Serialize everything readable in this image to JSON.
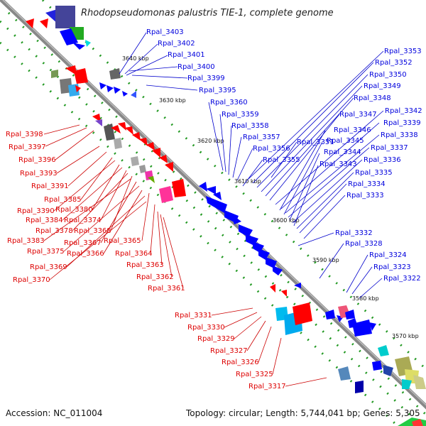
{
  "title": "Rhodopseudomonas palustris TIE-1, complete genome",
  "footer": {
    "accession": "Accession: NC_011004",
    "summary": "Topology: circular; Length: 5,744,041 bp; Genes: 5,305"
  },
  "colors": {
    "forward_feature": "#0000ff",
    "reverse_feature": "#ff0000",
    "label_forward": "#0000dd",
    "label_reverse": "#dd0000",
    "backbone": "#999999",
    "gc_tick": "#229922"
  },
  "kbp_labels": [
    "3640 kbp",
    "3630 kbp",
    "3620 kbp",
    "3610 kbp",
    "3600 kbp",
    "3590 kbp",
    "3580 kbp",
    "3570 kbp"
  ],
  "blue_labels": [
    "Rpal_3403",
    "Rpal_3402",
    "Rpal_3401",
    "Rpal_3400",
    "Rpal_3399",
    "Rpal_3395",
    "Rpal_3360",
    "Rpal_3359",
    "Rpal_3358",
    "Rpal_3357",
    "Rpal_3356",
    "Rpal_3355",
    "Rpal_3353",
    "Rpal_3352",
    "Rpal_3350",
    "Rpal_3349",
    "Rpal_3348",
    "Rpal_3347",
    "Rpal_3342",
    "Rpal_3351",
    "Rpal_3346",
    "Rpal_3339",
    "Rpal_3345",
    "Rpal_3338",
    "Rpal_3344",
    "Rpal_3337",
    "Rpal_3343",
    "Rpal_3336",
    "Rpal_3335",
    "Rpal_3334",
    "Rpal_3333",
    "Rpal_3332",
    "Rpal_3328",
    "Rpal_3324",
    "Rpal_3323",
    "Rpal_3322"
  ],
  "red_labels": [
    "Rpal_3398",
    "Rpal_3397",
    "Rpal_3396",
    "Rpal_3393",
    "Rpal_3391",
    "Rpal_3385",
    "Rpal_3390",
    "Rpal_3380",
    "Rpal_3384",
    "Rpal_3374",
    "Rpal_3378",
    "Rpal_3368",
    "Rpal_3383",
    "Rpal_3367",
    "Rpal_3365",
    "Rpal_3375",
    "Rpal_3366",
    "Rpal_3364",
    "Rpal_3369",
    "Rpal_3363",
    "Rpal_3370",
    "Rpal_3362",
    "Rpal_3361",
    "Rpal_3331",
    "Rpal_3330",
    "Rpal_3329",
    "Rpal_3327",
    "Rpal_3326",
    "Rpal_3325",
    "Rpal_3317"
  ]
}
